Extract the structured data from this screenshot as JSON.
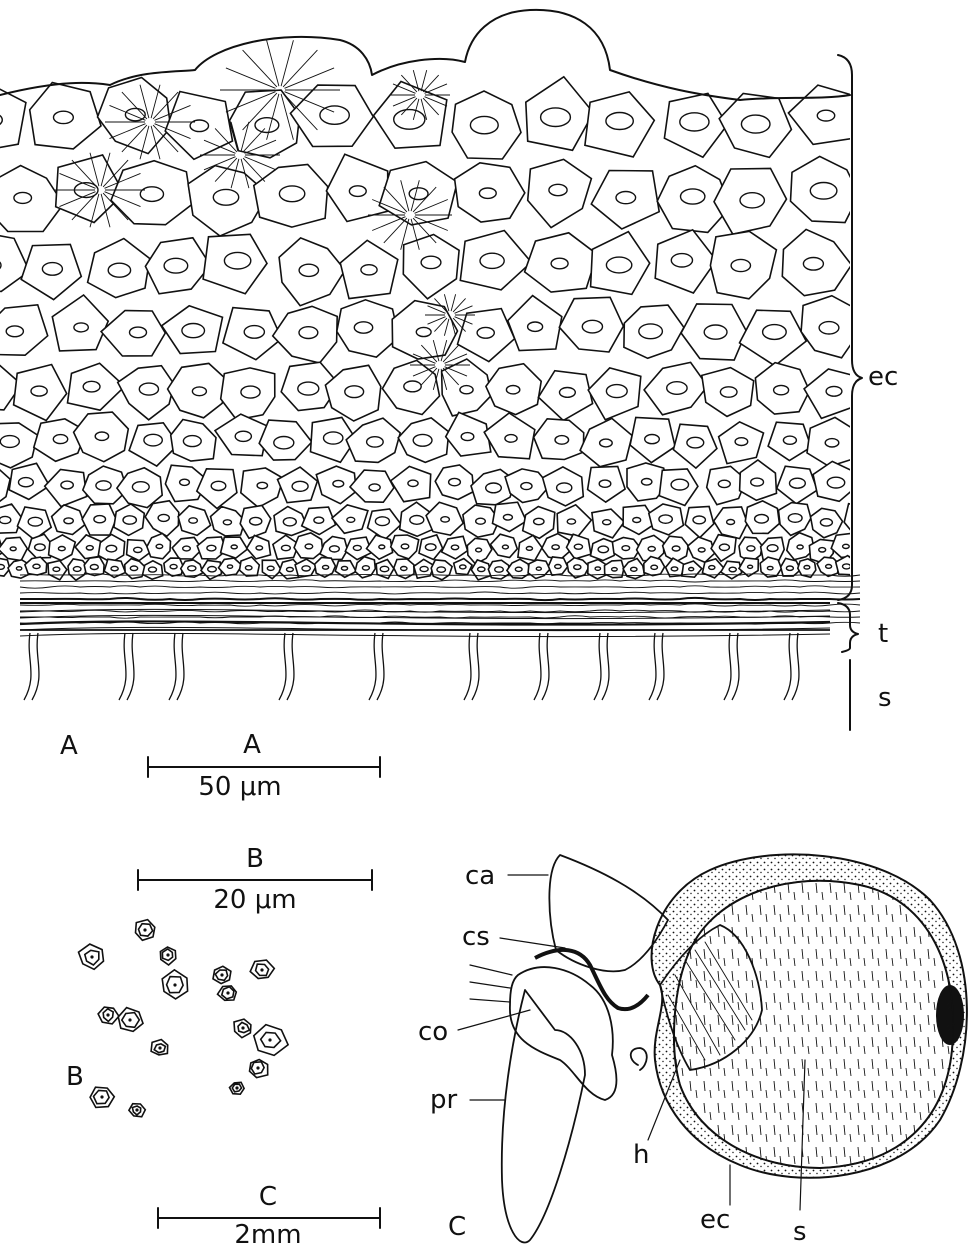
{
  "panels": {
    "A": {
      "letter": "A",
      "scale": {
        "letter": "A",
        "label": "50 μm"
      },
      "labels": {
        "ec": "ec",
        "t": "t",
        "s": "s"
      }
    },
    "B": {
      "letter": "B",
      "scale": {
        "letter": "B",
        "label": "20 μm"
      }
    },
    "C": {
      "letter": "C",
      "scale": {
        "letter": "C",
        "label": "2mm"
      },
      "labels": {
        "ca": "ca",
        "cs": "cs",
        "co": "co",
        "pr": "pr",
        "h": "h",
        "ec": "ec",
        "s": "s"
      }
    }
  }
}
